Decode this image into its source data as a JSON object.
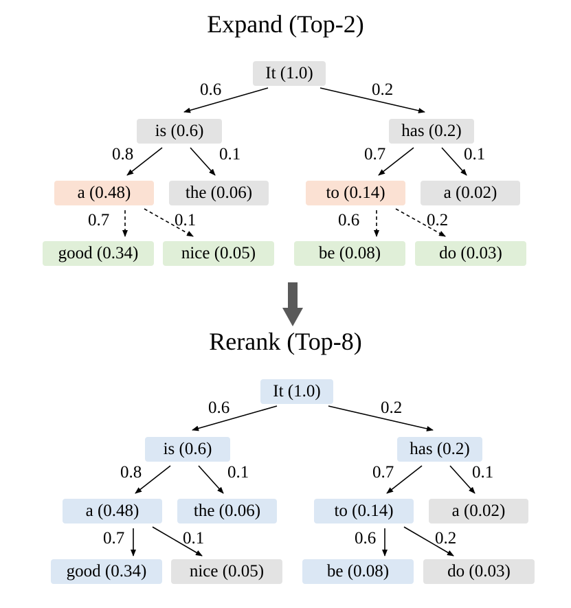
{
  "top": {
    "title": "Expand (Top-2)",
    "nodes": {
      "root": "It (1.0)",
      "is": "is (0.6)",
      "has": "has (0.2)",
      "a": "a (0.48)",
      "the": "the (0.06)",
      "to": "to (0.14)",
      "a2": "a (0.02)",
      "good": "good (0.34)",
      "nice": "nice (0.05)",
      "be": "be (0.08)",
      "do": "do (0.03)"
    },
    "weights": {
      "root_is": "0.6",
      "root_has": "0.2",
      "is_a": "0.8",
      "is_the": "0.1",
      "has_to": "0.7",
      "has_a2": "0.1",
      "a_good": "0.7",
      "a_nice": "0.1",
      "to_be": "0.6",
      "to_do": "0.2"
    }
  },
  "bottom": {
    "title": "Rerank (Top-8)",
    "nodes": {
      "root": "It (1.0)",
      "is": "is (0.6)",
      "has": "has (0.2)",
      "a": "a (0.48)",
      "the": "the (0.06)",
      "to": "to (0.14)",
      "a2": "a (0.02)",
      "good": "good (0.34)",
      "nice": "nice (0.05)",
      "be": "be (0.08)",
      "do": "do (0.03)"
    },
    "weights": {
      "root_is": "0.6",
      "root_has": "0.2",
      "is_a": "0.8",
      "is_the": "0.1",
      "has_to": "0.7",
      "has_a2": "0.1",
      "a_good": "0.7",
      "a_nice": "0.1",
      "to_be": "0.6",
      "to_do": "0.2"
    }
  },
  "colors": {
    "grey": "#e3e3e3",
    "orange": "#fbe1d3",
    "green": "#e0efd8",
    "blue": "#dbe7f4",
    "arrow": "#595959"
  }
}
